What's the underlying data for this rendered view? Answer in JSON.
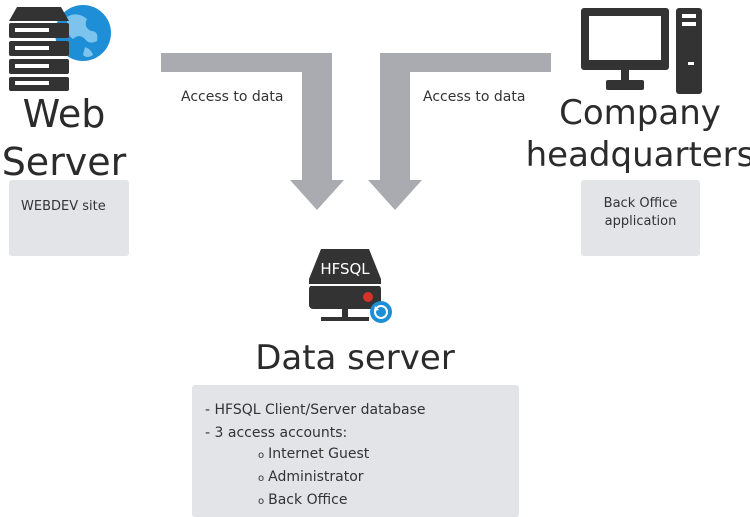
{
  "web_server": {
    "title_line1": "Web",
    "title_line2": "Server",
    "card_text": "WEBDEV site"
  },
  "company": {
    "title_line1": "Company",
    "title_line2": "headquarters",
    "card_line1": "Back Office",
    "card_line2": "application"
  },
  "arrows": {
    "left_label": "Access to data",
    "right_label": "Access to data"
  },
  "data_server": {
    "icon_label": "HFSQL",
    "title": "Data server",
    "list": [
      "- HFSQL Client/Server database",
      "- 3 access accounts:"
    ],
    "accounts": [
      "Internet Guest",
      "Administrator",
      "Back Office"
    ],
    "bullet": "o"
  },
  "colors": {
    "arrow": "#a9abb0",
    "card": "#e3e4e8",
    "icon_dark": "#333333",
    "globe": "#1e8fd6",
    "red_led": "#d7332b"
  }
}
